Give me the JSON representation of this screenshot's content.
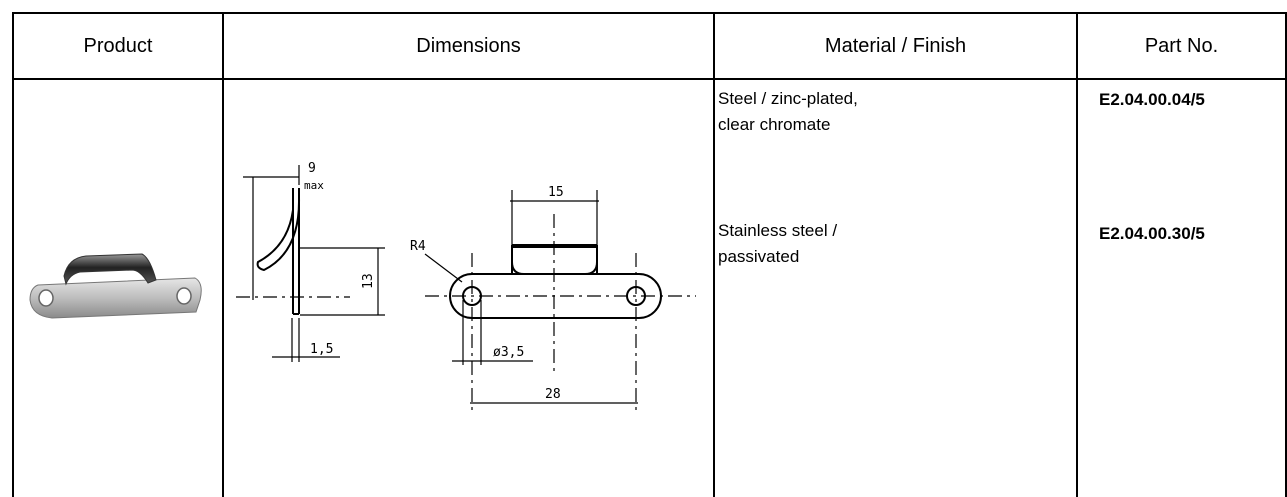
{
  "table": {
    "headers": {
      "product": "Product",
      "dimensions": "Dimensions",
      "material": "Material / Finish",
      "part_no": "Part No."
    },
    "rows": [
      {
        "material_line1": "Steel / zinc-plated,",
        "material_line2": "clear chromate",
        "part_no": "E2.04.00.04/5"
      },
      {
        "material_line1": "Stainless steel /",
        "material_line2": "passivated",
        "part_no": "E2.04.00.30/5"
      }
    ]
  },
  "drawing_labels": {
    "width_max_value": "9",
    "width_max_note": "max",
    "height": "13",
    "thickness": "1,5",
    "radius": "R4",
    "tab_width": "15",
    "hole_diameter": "ø3,5",
    "hole_spacing": "28"
  }
}
